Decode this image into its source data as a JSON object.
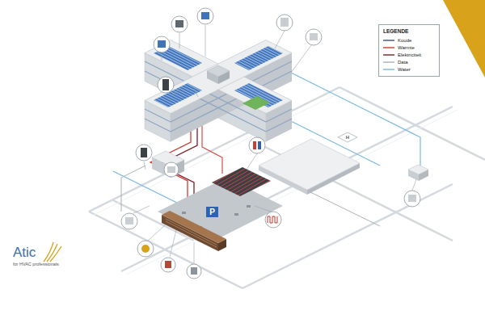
{
  "diagram": {
    "labels": [
      "LEGENDE",
      "H",
      "P",
      "Atic",
      "for HVAC professionals"
    ],
    "legend": [
      {
        "text": "Koude"
      },
      {
        "text": "Warmte"
      },
      {
        "text": "Elektriciteit"
      },
      {
        "text": "Data"
      },
      {
        "text": "Water"
      }
    ]
  }
}
